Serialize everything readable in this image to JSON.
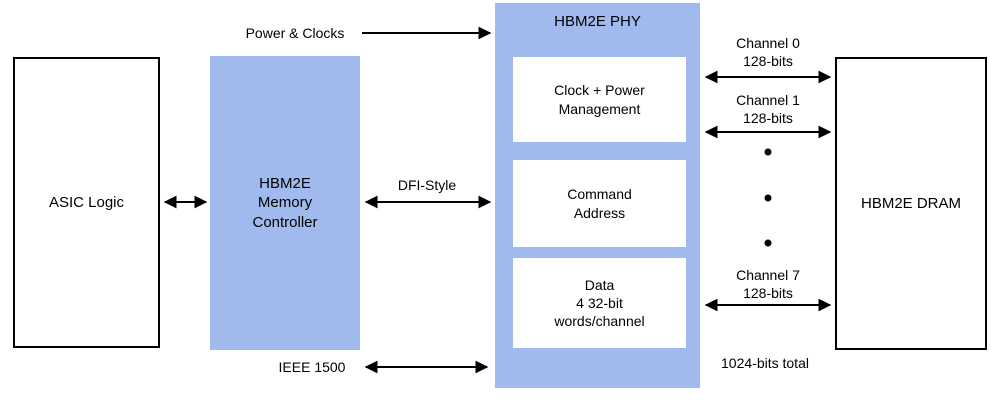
{
  "blocks": {
    "asic": {
      "label": "ASIC Logic"
    },
    "controller": {
      "label": "HBM2E\nMemory\nController"
    },
    "phy": {
      "title": "HBM2E PHY",
      "modules": [
        {
          "label": "Clock + Power\nManagement"
        },
        {
          "label": "Command\nAddress"
        },
        {
          "label": "Data\n4 32-bit\nwords/channel"
        }
      ]
    },
    "dram": {
      "label": "HBM2E DRAM"
    }
  },
  "connections": {
    "power_clocks": {
      "label": "Power & Clocks",
      "direction": "right"
    },
    "asic_controller": {
      "direction": "both"
    },
    "dfi": {
      "label": "DFI-Style",
      "direction": "both"
    },
    "ieee1500": {
      "label": "IEEE 1500",
      "direction": "both"
    },
    "channel0": {
      "label": "Channel 0\n128-bits",
      "direction": "both"
    },
    "channel1": {
      "label": "Channel 1\n128-bits",
      "direction": "both"
    },
    "channel7": {
      "label": "Channel 7\n128-bits",
      "direction": "both"
    },
    "total": {
      "label": "1024-bits total"
    }
  },
  "colors": {
    "block_fill": "#A1BAEE",
    "line": "#000000",
    "background": "#FFFFFF"
  }
}
